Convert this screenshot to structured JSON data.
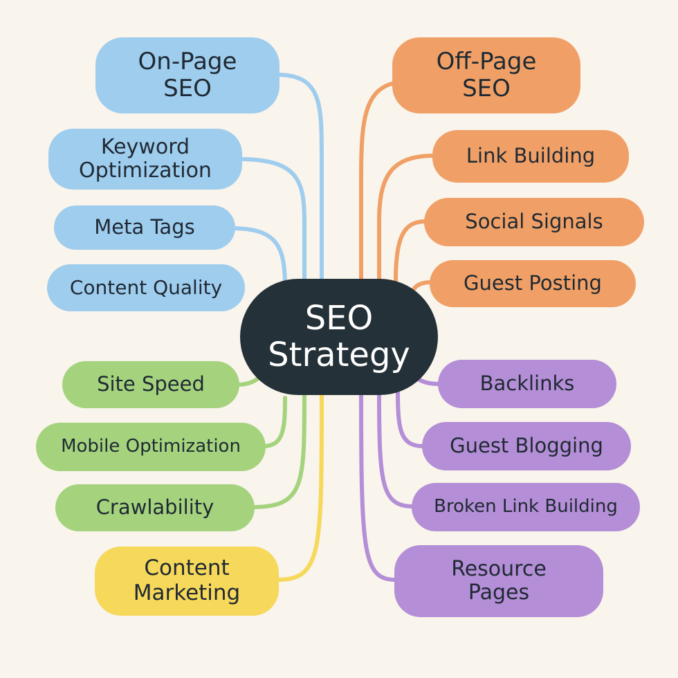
{
  "center": {
    "line1": "SEO",
    "line2": "Strategy"
  },
  "colors": {
    "background": "#f9f4ec",
    "center": "#253138",
    "blue": "#9fcdee",
    "blue_line": "#9fcdee",
    "orange": "#f0a066",
    "orange_line": "#f0a066",
    "green": "#a5d37d",
    "green_line": "#a5d37d",
    "yellow": "#f6d85a",
    "yellow_line": "#f6d85a",
    "purple": "#b48ed6",
    "purple_line": "#b48ed6"
  },
  "on_page": {
    "title_line1": "On-Page",
    "title_line2": "SEO",
    "keyword_line1": "Keyword",
    "keyword_line2": "Optimization",
    "meta_tags": "Meta Tags",
    "content_quality": "Content Quality"
  },
  "technical": {
    "site_speed": "Site Speed",
    "mobile_optimization": "Mobile Optimization",
    "crawlability": "Crawlability"
  },
  "content_marketing": {
    "line1": "Content",
    "line2": "Marketing"
  },
  "off_page": {
    "title_line1": "Off-Page",
    "title_line2": "SEO",
    "link_building": "Link Building",
    "social_signals": "Social Signals",
    "guest_posting": "Guest Posting"
  },
  "link_building": {
    "backlinks": "Backlinks",
    "guest_blogging": "Guest Blogging",
    "broken_link_building": "Broken Link Building",
    "resource_line1": "Resource",
    "resource_line2": "Pages"
  }
}
